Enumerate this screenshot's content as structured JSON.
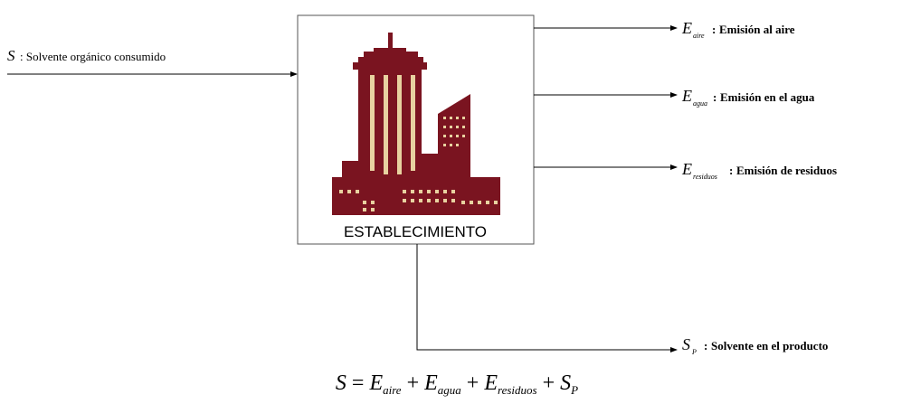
{
  "input": {
    "symbol": "S",
    "description": "Solvente orgánico consumido"
  },
  "box": {
    "label": "ESTABLECIMIENTO",
    "icon": "building-icon"
  },
  "outputs": [
    {
      "symbol": "E",
      "subscript": "aire",
      "description": "Emisión al aire"
    },
    {
      "symbol": "E",
      "subscript": "agua",
      "description": "Emisión en el agua"
    },
    {
      "symbol": "E",
      "subscript": "residuos",
      "description": "Emisión de residuos"
    }
  ],
  "product": {
    "symbol": "S",
    "subscript": "P",
    "description": "Solvente en el producto"
  },
  "equation": {
    "lhs": "S",
    "eq": "=",
    "terms": [
      {
        "symbol": "E",
        "subscript": "aire"
      },
      {
        "symbol": "E",
        "subscript": "agua"
      },
      {
        "symbol": "E",
        "subscript": "residuos"
      },
      {
        "symbol": "S",
        "subscript": "P"
      }
    ],
    "plus": "+"
  },
  "colors": {
    "building": "#7a1420",
    "windows": "#e8d2a0",
    "line": "#000000",
    "box_border": "#555555"
  }
}
